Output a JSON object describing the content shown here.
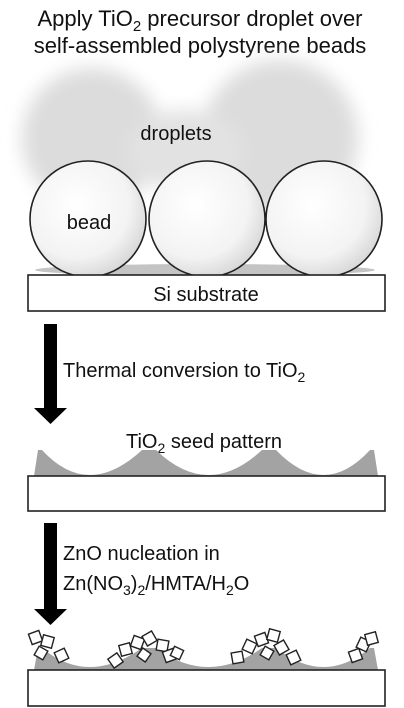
{
  "title": {
    "line1_pre": "Apply TiO",
    "line1_sub": "2",
    "line1_post": " precursor droplet over",
    "line2": "self-assembled polystyrene beads"
  },
  "step1": {
    "droplets_label": "droplets",
    "bead_label": "bead",
    "substrate_label": "Si substrate"
  },
  "step2": {
    "arrow_pre": "Thermal conversion to TiO",
    "arrow_sub": "2",
    "seed_pre": "TiO",
    "seed_sub": "2",
    "seed_post": " seed pattern"
  },
  "step3": {
    "line1": "ZnO nucleation in",
    "l2_a": "Zn(NO",
    "l2_b": "3",
    "l2_c": ")",
    "l2_d": "2",
    "l2_e": "/HMTA/H",
    "l2_f": "2",
    "l2_g": "O"
  },
  "colors": {
    "droplet": "#dcdcdc",
    "seed": "#a3a3a3",
    "outline": "#222222",
    "arrow": "#000000"
  }
}
